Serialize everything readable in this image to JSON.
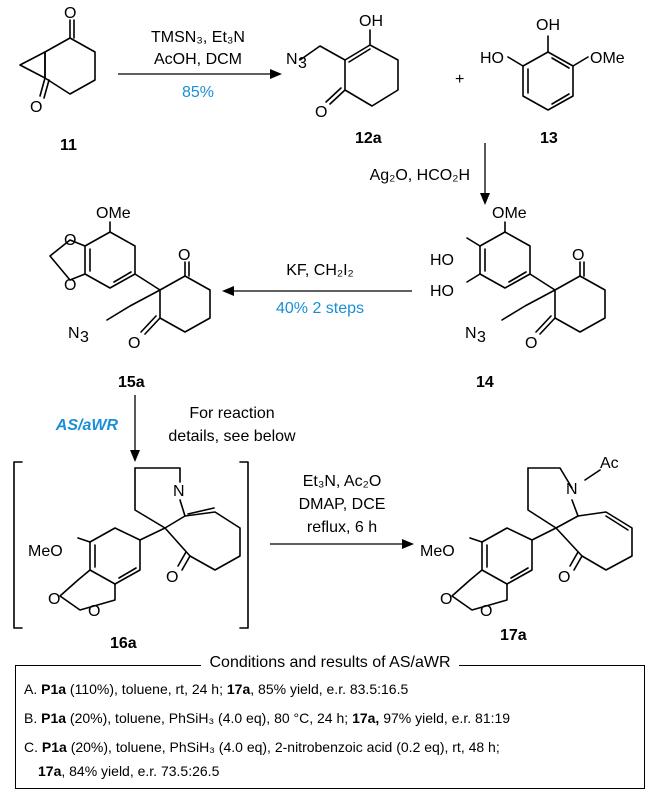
{
  "compounds": {
    "c11": "11",
    "c12a": "12a",
    "c13": "13",
    "c14": "14",
    "c15a": "15a",
    "c16a": "16a",
    "c17a": "17a"
  },
  "atoms": {
    "OH": "OH",
    "HO": "HO",
    "OMe": "OMe",
    "MeO": "MeO",
    "O": "O",
    "N": "N",
    "N3": "N",
    "N3_sub": "3",
    "Ac": "Ac",
    "plus": "+"
  },
  "step1": {
    "line1": "TMSN₃, Et₃N",
    "line2": "AcOH, DCM",
    "yield": "85%"
  },
  "step2": {
    "reagents": "Ag₂O, HCO₂H"
  },
  "step3": {
    "reagents": "KF, CH₂I₂",
    "yield": "40% 2 steps"
  },
  "step4": {
    "method": "AS/aWR",
    "line1": "For reaction",
    "line2": "details, see below"
  },
  "step5": {
    "line1": "Et₃N, Ac₂O",
    "line2": "DMAP, DCE",
    "line3": "reflux, 6 h"
  },
  "results": {
    "title": "Conditions and results of AS/aWR",
    "rows": [
      {
        "prefix": "A. ",
        "cat": "P1a",
        "mid": " (110%), toluene, rt, 24 h; ",
        "prod": "17a",
        "tail": ", 85% yield, e.r. 83.5:16.5"
      },
      {
        "prefix": "B. ",
        "cat": "P1a",
        "mid": " (20%), toluene, PhSiH₃ (4.0 eq), 80 °C, 24 h; ",
        "prod": "17a,",
        "tail": " 97% yield, e.r. 81:19"
      },
      {
        "prefix": "C. ",
        "cat": "P1a",
        "mid": " (20%), toluene, PhSiH₃ (4.0 eq), 2-nitrobenzoic acid (0.2 eq), rt, 48 h;",
        "prod": "",
        "tail": ""
      },
      {
        "prefix": "",
        "cat": "17a",
        "mid": ",  84% yield, e.r. 73.5:26.5",
        "prod": "",
        "tail": ""
      }
    ]
  },
  "colors": {
    "accent": "#1a8fd6",
    "text": "#000000"
  }
}
